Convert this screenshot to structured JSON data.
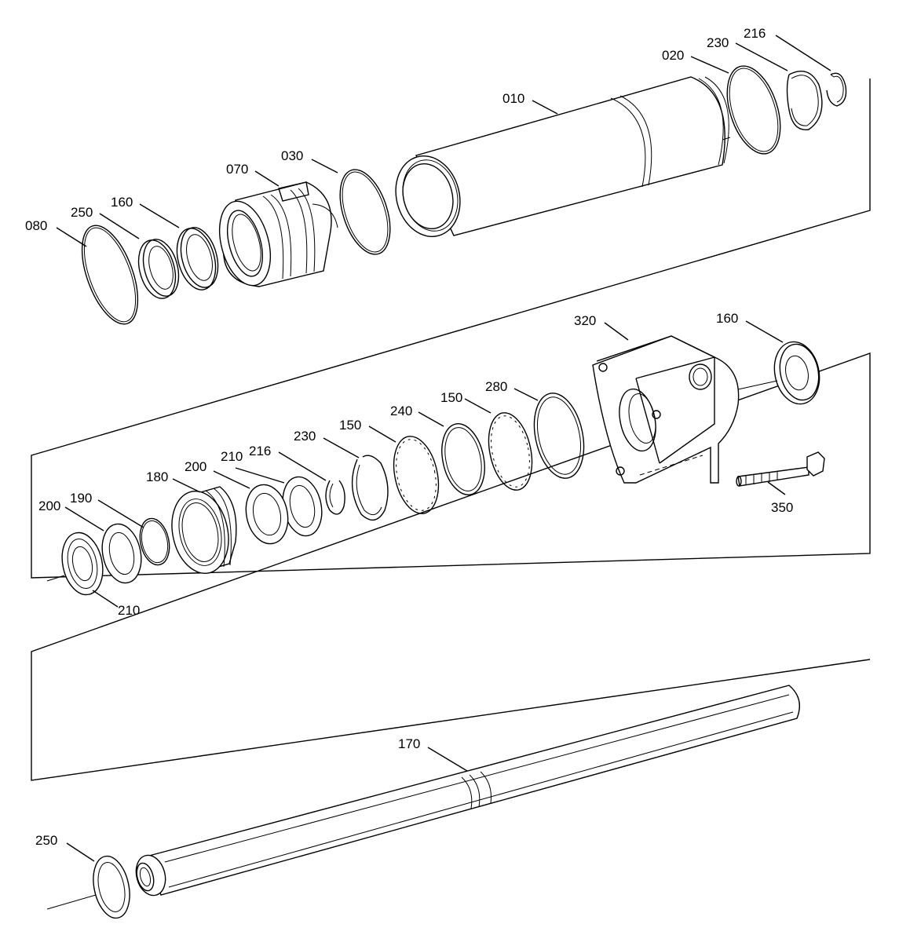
{
  "labels": {
    "p010": "010",
    "p020": "020",
    "p030": "030",
    "p070": "070",
    "p080": "080",
    "p160a": "160",
    "p160b": "160",
    "p216a": "216",
    "p216b": "216",
    "p230a": "230",
    "p230b": "230",
    "p250a": "250",
    "p250b": "250",
    "p320": "320",
    "p350": "350",
    "p280": "280",
    "p150a": "150",
    "p150b": "150",
    "p240": "240",
    "p210a": "210",
    "p210b": "210",
    "p200a": "200",
    "p200b": "200",
    "p180": "180",
    "p190": "190",
    "p170": "170"
  }
}
